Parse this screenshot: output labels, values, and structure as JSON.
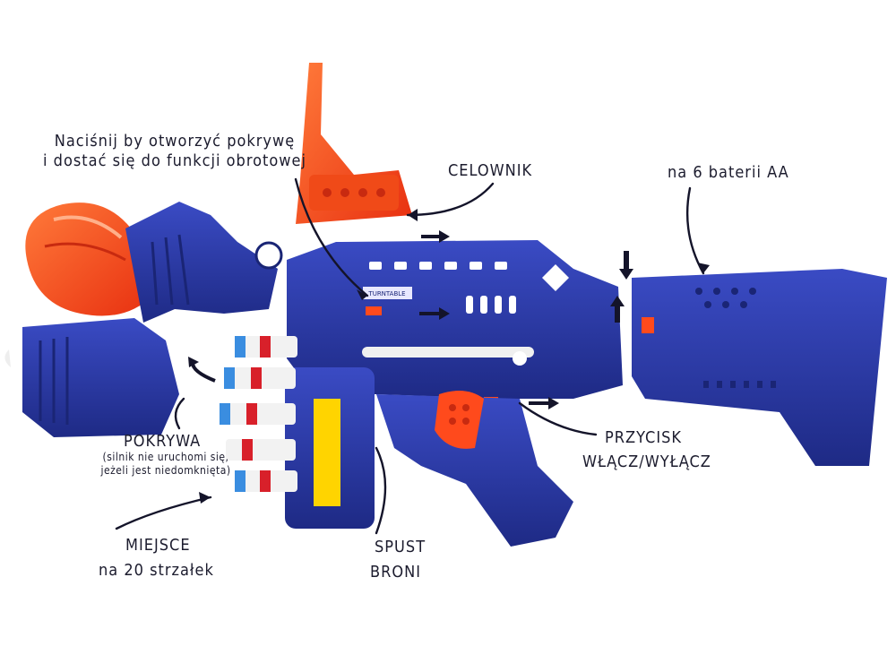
{
  "image": {
    "product": "toy-blaster",
    "colors": {
      "body": "#2b3aa5",
      "body_dark": "#1a2575",
      "accent": "#ff4a1c",
      "drum": "#e8e8e8",
      "dart_red": "#d8202a",
      "dart_blue": "#3a8de0",
      "ink": "#1c1c2e"
    }
  },
  "labels": {
    "press_line1": "Naciśnij by otworzyć pokrywę",
    "press_line2": "i dostać się do funkcji obrotowej",
    "sight": "CELOWNIK",
    "battery": "na 6 baterii AA",
    "cover": "POKRYWA",
    "cover_note_line1": "(silnik nie uruchomi się,",
    "cover_note_line2": "jeżeli jest niedomknięta)",
    "switch_line1": "PRZYCISK",
    "switch_line2": "WŁĄCZ/WYŁĄCZ",
    "place_line1": "MIEJSCE",
    "place_line2": "na 20 strzałek",
    "trigger_line1": "SPUST",
    "trigger_line2": "BRONI"
  },
  "sticker_text": "TURNTABLE"
}
